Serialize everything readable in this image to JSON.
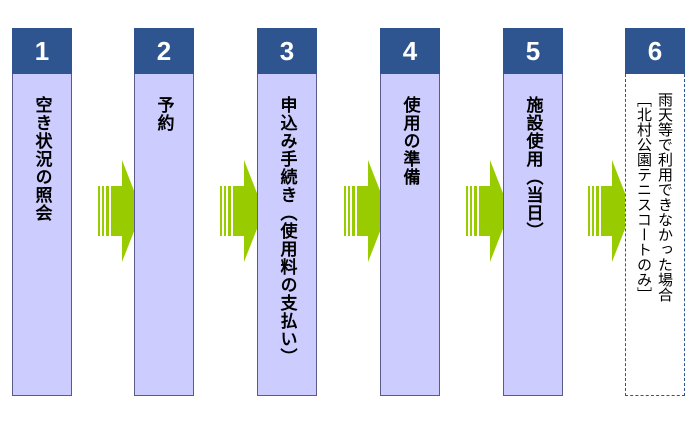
{
  "steps": [
    {
      "number": "1",
      "label": "空き状況の照会"
    },
    {
      "number": "2",
      "label": "予約"
    },
    {
      "number": "3",
      "label": "申込み手続き（使用料の支払い）"
    },
    {
      "number": "4",
      "label": "使用の準備"
    },
    {
      "number": "5",
      "label": "施設使用（当日）"
    },
    {
      "number": "6",
      "label_line1": "雨天等で利用できなかった場合",
      "label_line2": "［北村公園テニスコートのみ］"
    }
  ],
  "colors": {
    "header": "#2f5590",
    "body": "#ccccff",
    "arrow": "#99cc00"
  }
}
